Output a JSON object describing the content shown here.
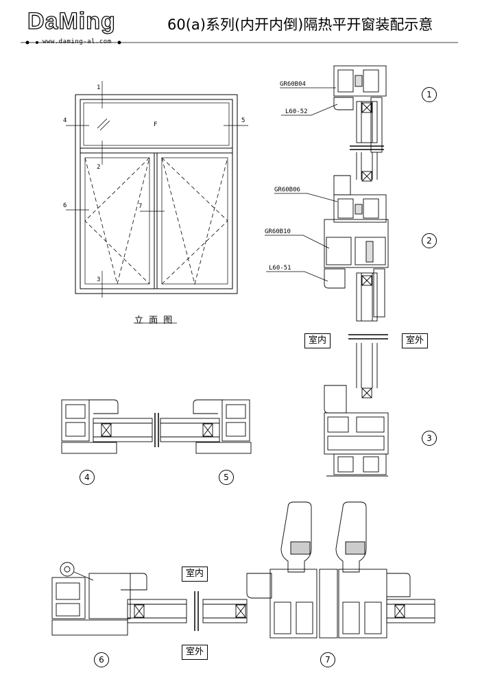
{
  "header": {
    "brand": "DaMing",
    "url": "www.daming-al.com",
    "title": "60(a)系列(内开内倒)隔热平开窗装配示意"
  },
  "elevation": {
    "caption": "立 面 图",
    "marks": [
      "1",
      "2",
      "3",
      "4",
      "5",
      "6",
      "7"
    ],
    "fixed_label": "F"
  },
  "section_vertical": {
    "profiles": [
      "GR60B04",
      "L60-52",
      "GR60B06",
      "GR60B10",
      "L60-51"
    ],
    "indoor": "室内",
    "outdoor": "室外",
    "callouts": [
      "1",
      "2",
      "3"
    ]
  },
  "section_45": {
    "callouts": [
      "4",
      "5"
    ]
  },
  "section_67": {
    "indoor": "室内",
    "outdoor": "室外",
    "callouts": [
      "6",
      "7"
    ]
  }
}
